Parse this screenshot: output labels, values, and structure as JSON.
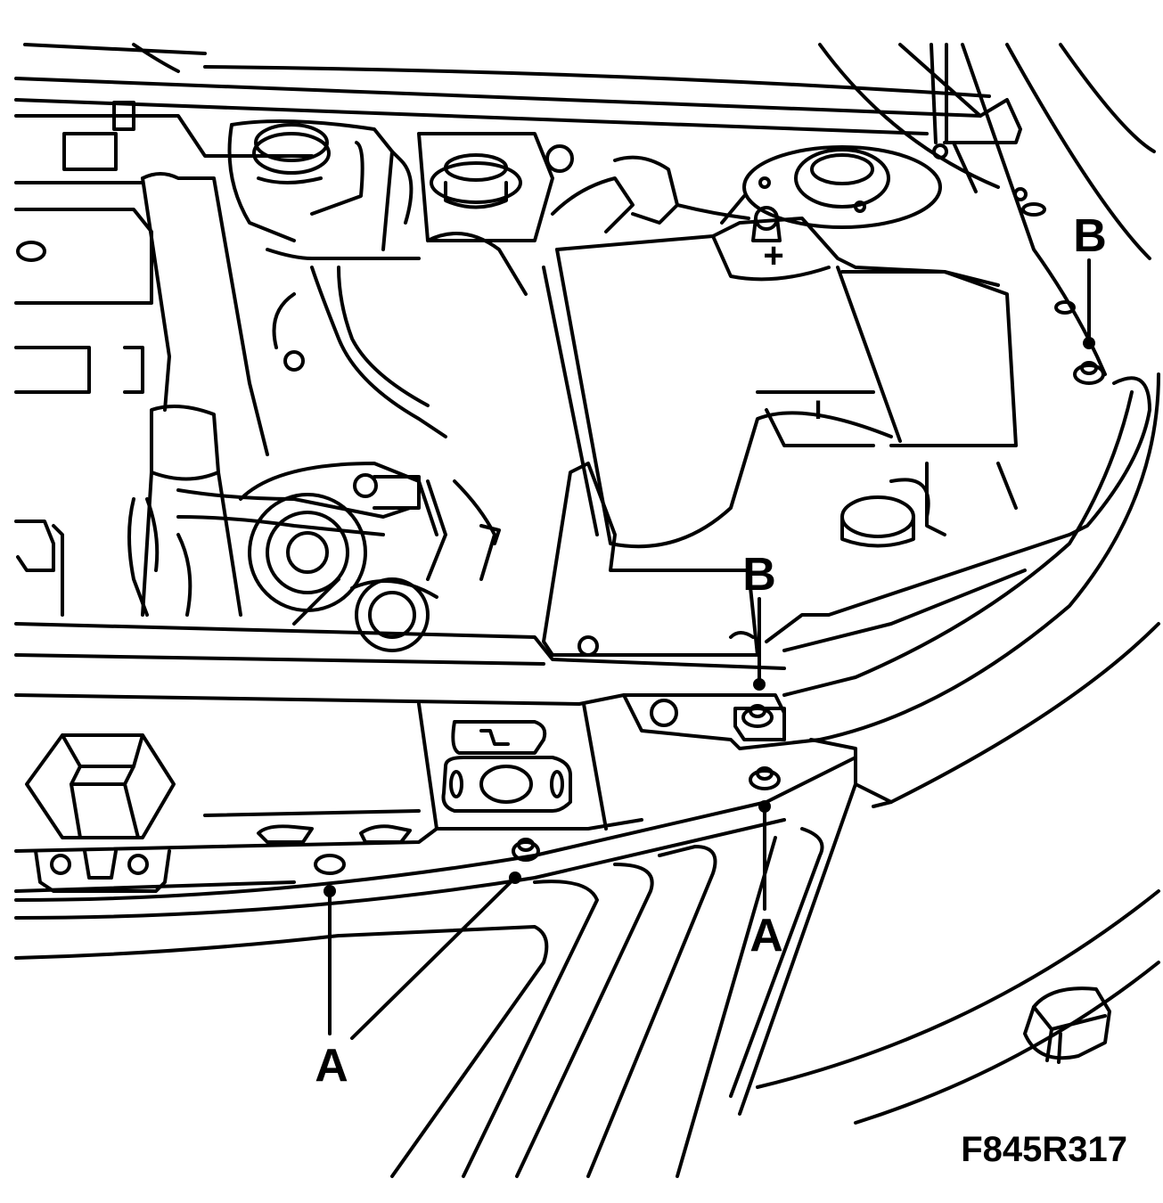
{
  "figure": {
    "id": "F845R317"
  },
  "callouts": [
    {
      "label": "A",
      "part": "bolt"
    },
    {
      "label": "A",
      "part": "bolt"
    },
    {
      "label": "A",
      "part": "bolt"
    },
    {
      "label": "B",
      "part": "nut"
    },
    {
      "label": "B",
      "part": "nut"
    }
  ],
  "battery": {
    "plus_sign": "+",
    "minus_sign": "I"
  }
}
